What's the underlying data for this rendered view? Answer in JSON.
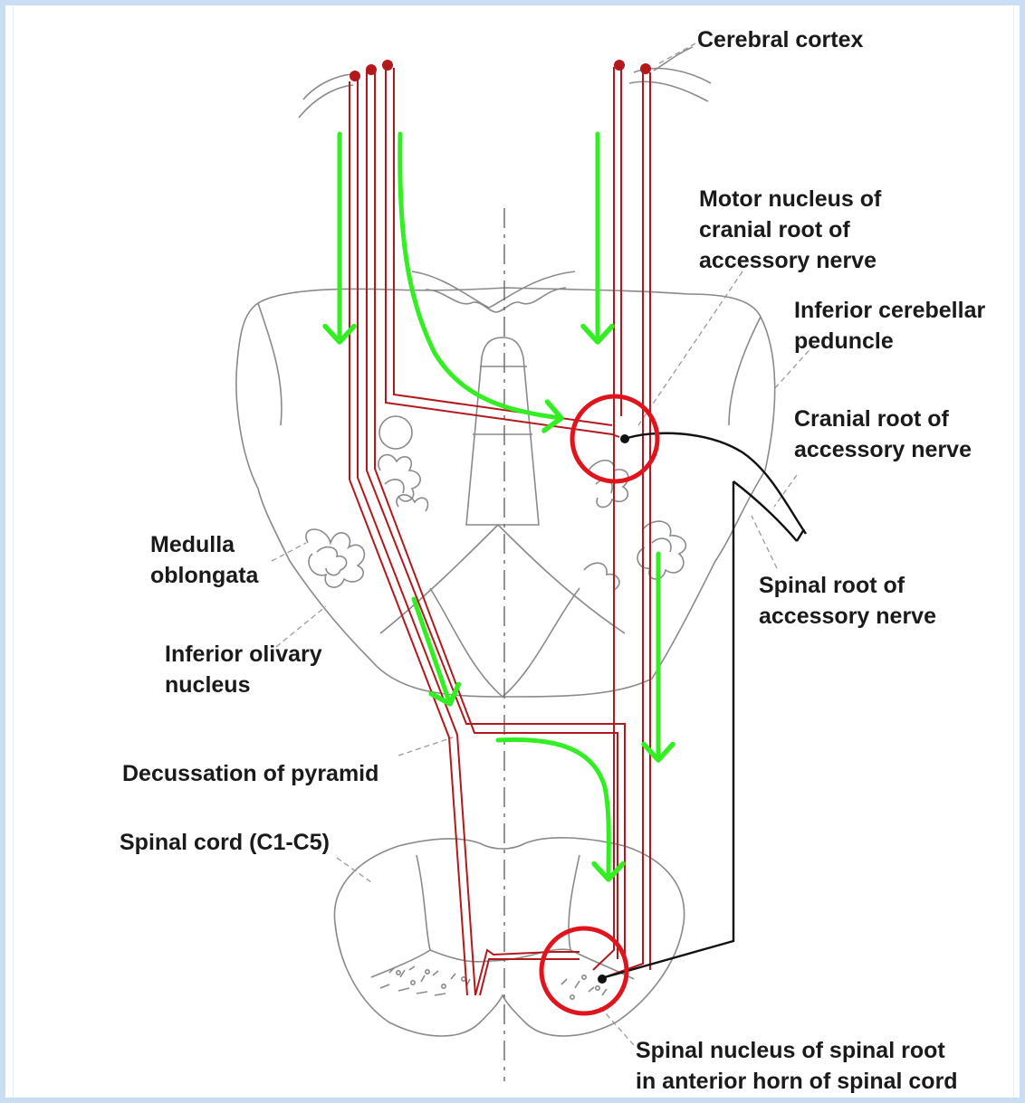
{
  "labels": {
    "cerebral_cortex": "Cerebral cortex",
    "motor_nucleus": [
      "Motor nucleus of",
      "cranial root of",
      "accessory nerve"
    ],
    "inferior_cerebellar_peduncle": [
      "Inferior cerebellar",
      "peduncle"
    ],
    "cranial_root": [
      "Cranial root of",
      "accessory nerve"
    ],
    "medulla_oblongata": [
      "Medulla",
      "oblongata"
    ],
    "spinal_root": [
      "Spinal root of",
      "accessory nerve"
    ],
    "inferior_olivary_nucleus": [
      "Inferior olivary",
      "nucleus"
    ],
    "decussation_of_pyramid": "Decussation of pyramid",
    "spinal_cord": "Spinal cord (C1-C5)",
    "spinal_nucleus": [
      "Spinal nucleus of spinal root",
      "in anterior horn of spinal cord"
    ]
  },
  "colors": {
    "tract": "#b3191c",
    "arrow": "#33ee22",
    "highlight_circle": "#e0141c",
    "outline": "#8a8a8a",
    "nerve": "#111111",
    "frame": "#c9def2"
  }
}
